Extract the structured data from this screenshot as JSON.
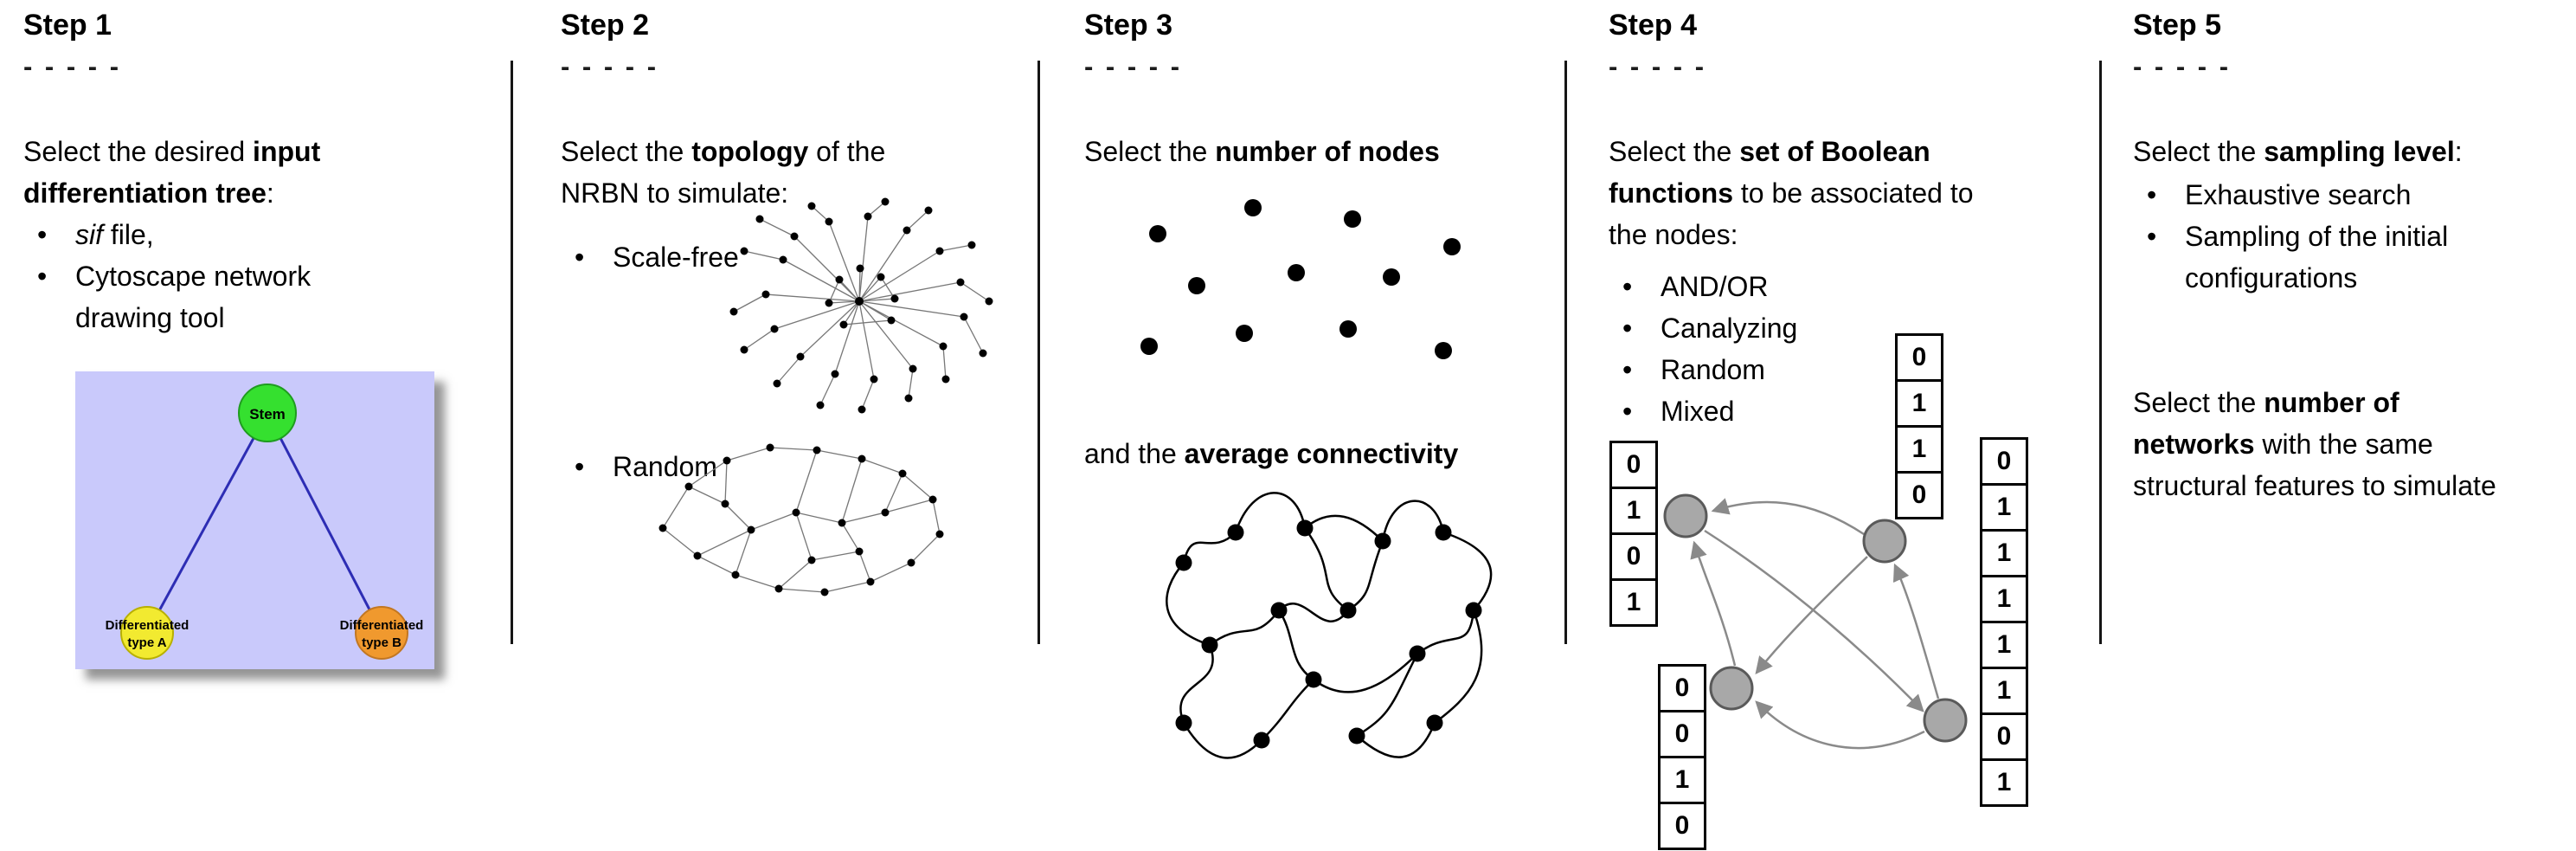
{
  "steps": [
    {
      "title": "Step 1",
      "dashes": "- - - - -",
      "para_lines": [
        [
          "Select the desired ",
          "input"
        ],
        [
          "differentiation tree",
          ":"
        ]
      ],
      "bullet1": {
        "italic": "sif",
        "rest": " file,"
      },
      "bullet2_lines": [
        "Cytoscape network",
        "drawing tool"
      ]
    },
    {
      "title": "Step 2",
      "dashes": "- - - - -",
      "para_lines": [
        [
          "Select the ",
          "topology",
          " of the"
        ],
        [
          "NRBN to simulate:"
        ]
      ],
      "bullets": [
        "Scale-free",
        "Random"
      ]
    },
    {
      "title": "Step 3",
      "dashes": "- - - - -",
      "line1": [
        "Select the ",
        "number of nodes"
      ],
      "line2": [
        "and the ",
        "average connectivity"
      ]
    },
    {
      "title": "Step 4",
      "dashes": "- - - - -",
      "para_lines": [
        [
          "Select the ",
          "set of Boolean"
        ],
        [
          "functions",
          " to be associated to"
        ],
        [
          "the nodes:"
        ]
      ],
      "bullets": [
        "AND/OR",
        "Canalyzing",
        "Random",
        "Mixed"
      ]
    },
    {
      "title": "Step 5",
      "dashes": "- - - - -",
      "para1": [
        "Select the ",
        "sampling level",
        ":"
      ],
      "bullet1": "Exhaustive search",
      "bullet2_lines": [
        "Sampling of the initial",
        "configurations"
      ],
      "para2_lines": [
        [
          "Select the ",
          "number of"
        ],
        [
          "networks",
          " with the same"
        ],
        [
          "structural features to simulate"
        ]
      ]
    }
  ],
  "tree_diagram": {
    "stem_label": "Stem",
    "type_a_line1": "Differentiated",
    "type_a_line2": "type A",
    "type_b_line1": "Differentiated",
    "type_b_line2": "type B",
    "colors": {
      "panel_bg": "#c9c9fb",
      "stem_fill": "#35e02f",
      "type_a_fill": "#f2ea30",
      "type_b_fill": "#f0992e",
      "edge": "#2d2db4"
    }
  },
  "boolean_tables": {
    "left": [
      "0",
      "1",
      "0",
      "1"
    ],
    "bottom_left": [
      "0",
      "0",
      "1",
      "0"
    ],
    "top": [
      "0",
      "1",
      "1",
      "0"
    ],
    "right": [
      "0",
      "1",
      "1",
      "1",
      "1",
      "1",
      "0",
      "1"
    ]
  }
}
